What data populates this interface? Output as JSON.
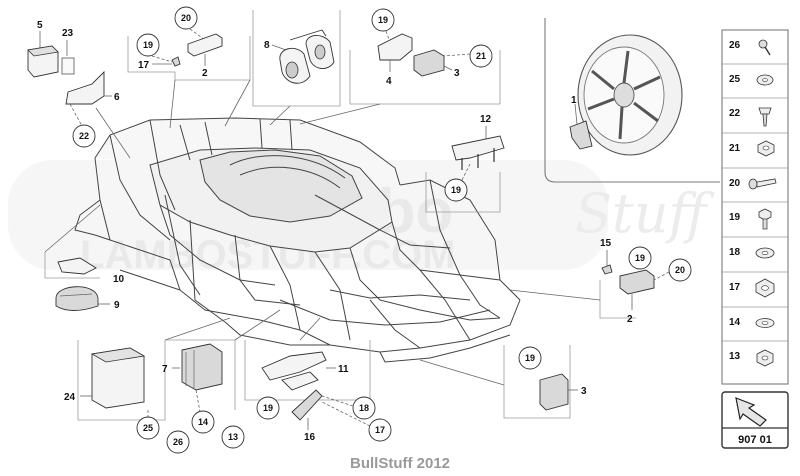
{
  "footer": {
    "caption": "BullStuff 2012"
  },
  "watermark": {
    "brand": "Lambo",
    "stuff": "Stuff",
    "site": "LAMBOSTUFF.COM"
  },
  "page_code": "907 01",
  "callouts": {
    "c1": "1",
    "c2a": "2",
    "c2b": "2",
    "c3a": "3",
    "c3b": "3",
    "c4": "4",
    "c5": "5",
    "c6": "6",
    "c7": "7",
    "c8": "8",
    "c9": "9",
    "c10": "10",
    "c11": "11",
    "c12": "12",
    "c13": "13",
    "c14": "14",
    "c15": "15",
    "c16": "16",
    "c17a": "17",
    "c17b": "17",
    "c23": "23",
    "c24": "24"
  },
  "circles": {
    "r20a": "20",
    "r19a": "19",
    "r19b": "19",
    "r21": "21",
    "r22": "22",
    "r19c": "19",
    "r19d": "19",
    "r20b": "20",
    "r19e": "19",
    "r19f": "19",
    "r18": "18",
    "r14": "14",
    "r13": "13",
    "r25": "25",
    "r26": "26",
    "r17": "17"
  },
  "fasteners": [
    "26",
    "25",
    "22",
    "21",
    "20",
    "19",
    "18",
    "17",
    "14",
    "13"
  ]
}
